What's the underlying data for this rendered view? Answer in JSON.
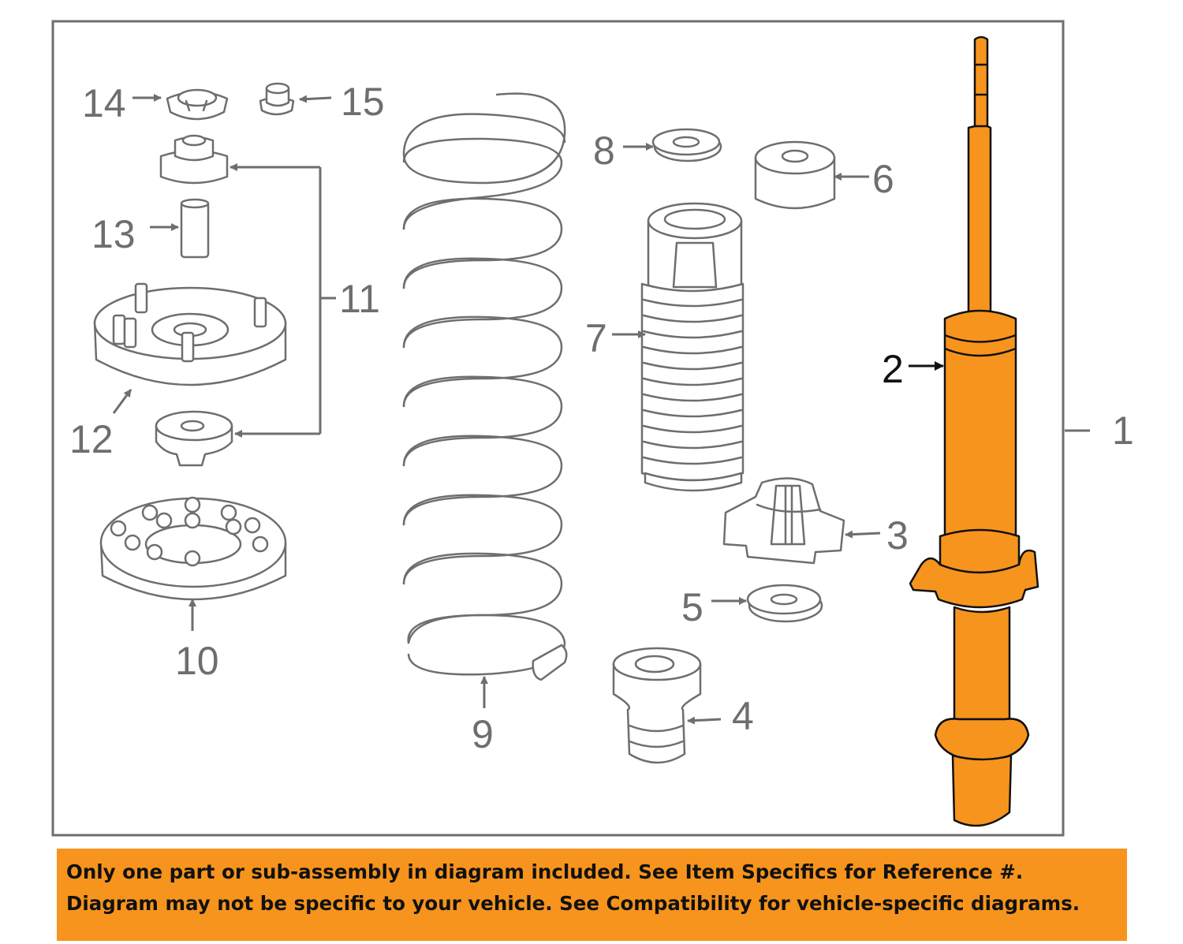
{
  "callouts": {
    "c1": "1",
    "c2": "2",
    "c3": "3",
    "c4": "4",
    "c5": "5",
    "c6": "6",
    "c7": "7",
    "c8": "8",
    "c9": "9",
    "c10": "10",
    "c11": "11",
    "c12": "12",
    "c13": "13",
    "c14": "14",
    "c15": "15"
  },
  "notice": {
    "line1": "Only one part or sub-assembly in diagram included. See Item Specifics for Reference #.",
    "line2": "Diagram may not be specific to your vehicle. See Compatibility for vehicle-specific diagrams."
  },
  "colors": {
    "highlight": "#f7941d",
    "line": "#6d6e71",
    "text_dark": "#111111"
  }
}
